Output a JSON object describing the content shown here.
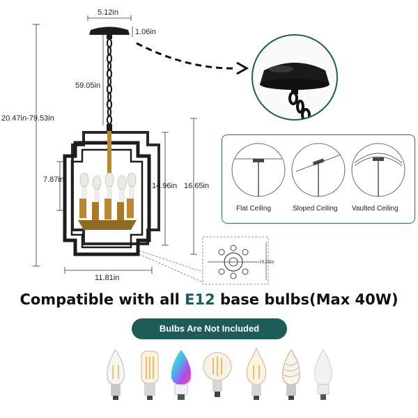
{
  "dimensions": {
    "canopy_width": "5.12in",
    "canopy_height": "1.06in",
    "chain_length": "59.05in",
    "overall_height": "20.47in-79.53in",
    "candle_height": "7.87in",
    "frame_height": "14.96in",
    "body_height": "16.65in",
    "width": "11.81in",
    "top_view_diameter": "10.24in"
  },
  "ceiling_types": {
    "flat": "Flat Ceiling",
    "sloped": "Sloped Ceiling",
    "vaulted": "Vaulted Ceiling"
  },
  "headline": {
    "pre": "Compatible with all ",
    "highlight": "E12",
    "post": " base bulbs(Max 40W)"
  },
  "badge": "Bulbs Are Not Included",
  "bulbs": [
    "candle-filament-bulb-icon",
    "tubular-filament-bulb-icon",
    "rgb-smart-bulb-icon",
    "globe-filament-bulb-icon",
    "flame-tip-filament-bulb-icon",
    "twisted-candle-bulb-icon",
    "frosted-candle-bulb-icon"
  ],
  "colors": {
    "brand_teal": "#1e5d57",
    "frame_black": "#1c1c1c",
    "brass": "#b8892f"
  }
}
